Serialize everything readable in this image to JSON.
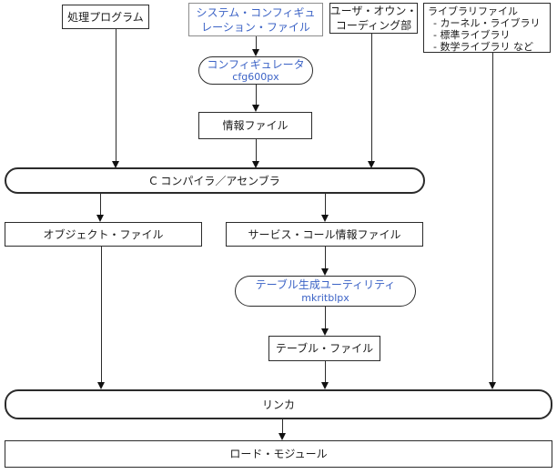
{
  "colors": {
    "tool_text_blue": "#3c63c6",
    "config_box_border": "#8c8c8c",
    "box_border": "#2b2b2b",
    "background": "#ffffff"
  },
  "nodes": {
    "processing_program": {
      "label": "処理プログラム"
    },
    "system_config_file": {
      "line1": "システム・コンフィギュ",
      "line2": "レーション・ファイル"
    },
    "user_own_coding": {
      "line1": "ユーザ・オウン・",
      "line2": "コーディング部"
    },
    "library_files": {
      "title": "ライブラリファイル",
      "items": [
        "- カーネル・ライブラリ",
        "- 標準ライブラリ",
        "- 数学ライブラリ など"
      ]
    },
    "configurator": {
      "label": "コンフィギュレータ",
      "command": "cfg600px"
    },
    "info_file": {
      "label": "情報ファイル"
    },
    "c_compiler_assembler": {
      "label": "C コンパイラ／アセンブラ"
    },
    "object_file": {
      "label": "オブジェクト・ファイル"
    },
    "service_call_info_file": {
      "label": "サービス・コール情報ファイル"
    },
    "table_gen_utility": {
      "label": "テーブル生成ユーティリティ",
      "command": "mkritblpx"
    },
    "table_file": {
      "label": "テーブル・ファイル"
    },
    "linker": {
      "label": "リンカ"
    },
    "load_module": {
      "label": "ロード・モジュール"
    }
  }
}
